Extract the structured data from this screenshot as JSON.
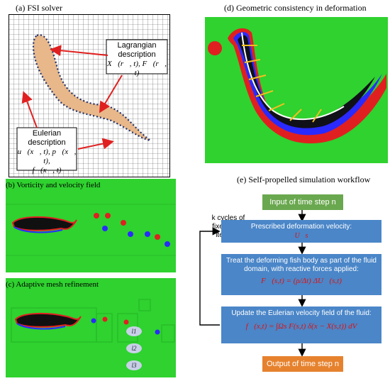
{
  "panel_a": {
    "title": "(a) FSI solver",
    "lagrangian": {
      "line1": "Lagrangian",
      "line2": "description",
      "line3": "X⃗(r⃗, t), F⃗(r⃗, t)"
    },
    "eulerian": {
      "line1": "Eulerian",
      "line2": "description",
      "line3": "u⃗(x⃗, t), p⃗(x⃗, t),",
      "line4": "f⃗(x⃗, t)"
    }
  },
  "panel_b": {
    "title": "(b) Vorticity and velocity field"
  },
  "panel_c": {
    "title": "(c) Adaptive mesh refinement",
    "levels": [
      "l1",
      "l2",
      "l3"
    ]
  },
  "panel_d": {
    "title": "(d) Geometric consistency in deformation"
  },
  "panel_e": {
    "title": "(e) Self-propelled simulation workflow",
    "input": "Input of time step n",
    "cycle_label_1": "k cycles of",
    "cycle_label_2": "fixed point iteration",
    "step1_text": "Prescribed deformation velocity:",
    "step1_math": "U⃗s",
    "step2_text": "Treat the deforming fish body as part of the fluid domain, with reactive forces applied:",
    "step2_math": "F⃗(s,t) = (ρ/Δt) ΔU⃗(s,t)",
    "step3_text": "Update the Eulerian velocity field of the fluid:",
    "step3_math": "f⃗(x,t) = ∫Ωs F(s,t) δ(x − X(s,t)) dV",
    "output": "Output of time step n"
  },
  "colors": {
    "green_box": "#6aa84f",
    "blue_box": "#4a86c8",
    "orange_box": "#e6822e",
    "field_green": "#2fd22f",
    "arrow_red": "#e02020"
  }
}
